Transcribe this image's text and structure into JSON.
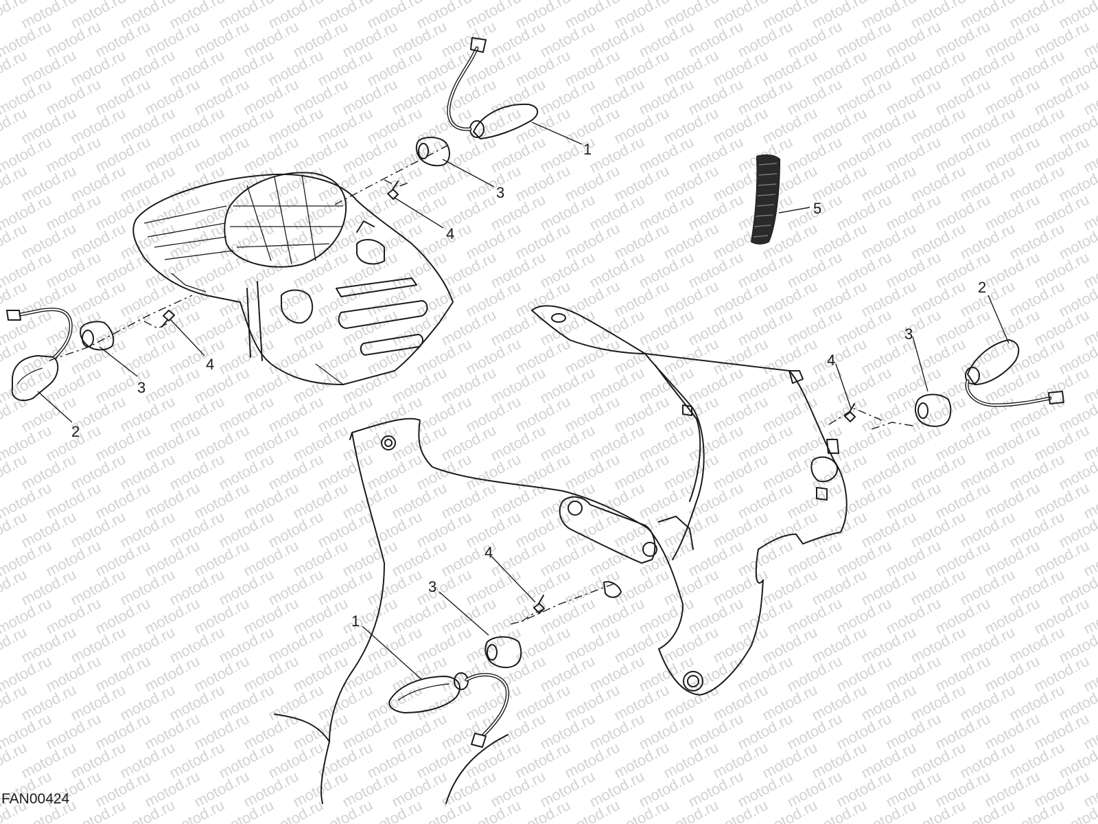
{
  "watermark": "motod.ru",
  "figure_code": "FAN00424",
  "callouts": {
    "rear_left_turn_indicator": "2",
    "rear_left_rubber_grommet": "3",
    "rear_left_screw": "4",
    "rear_right_turn_indicator": "1",
    "rear_right_rubber_grommet": "3",
    "rear_right_screw": "4",
    "cable_sheath": "5",
    "front_right_turn_indicator": "2",
    "front_right_rubber_grommet": "3",
    "front_right_screw": "4",
    "front_left_turn_indicator": "1",
    "front_left_rubber_grommet": "3",
    "front_left_screw": "4"
  }
}
